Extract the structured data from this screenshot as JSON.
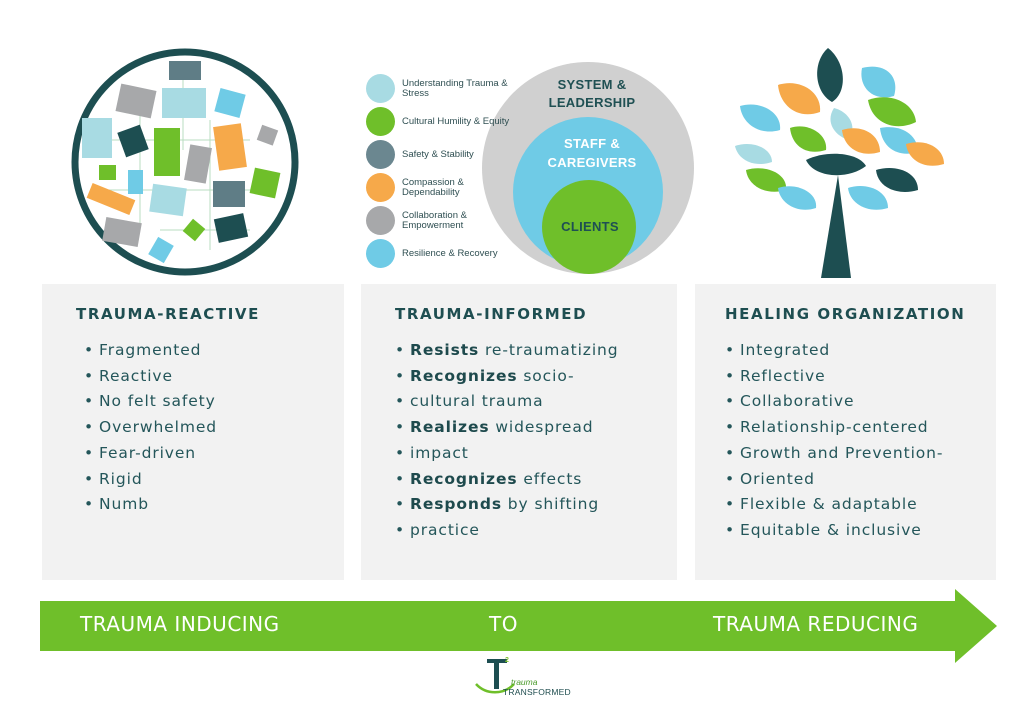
{
  "colors": {
    "dark_teal": "#1d4e51",
    "light_blue": "#a8dbe3",
    "green": "#6fbf2a",
    "slate": "#5f7d86",
    "orange": "#f6a94a",
    "gray": "#a7a8aa",
    "sky_blue": "#6fcbe6",
    "panel_bg": "#f2f2f2"
  },
  "legend": {
    "items": [
      {
        "label": "Understanding Trauma & Stress",
        "color": "#a8dbe3"
      },
      {
        "label": "Cultural Humility & Equity",
        "color": "#6fbf2a"
      },
      {
        "label": "Safety & Stability",
        "color": "#6b8790"
      },
      {
        "label": "Compassion & Dependability",
        "color": "#f6a94a"
      },
      {
        "label": "Collaboration & Empowerment",
        "color": "#a7a8aa"
      },
      {
        "label": "Resilience & Recovery",
        "color": "#6fcbe6"
      }
    ]
  },
  "circles": {
    "system": "SYSTEM & LEADERSHIP",
    "staff": "STAFF & CAREGIVERS",
    "clients": "CLIENTS"
  },
  "panels": {
    "reactive": {
      "title": "TRAUMA-REACTIVE",
      "items": [
        "Fragmented",
        "Reactive",
        "No felt safety",
        "Overwhelmed",
        "Fear-driven",
        "Rigid",
        "Numb"
      ]
    },
    "informed": {
      "title": "TRAUMA-INFORMED",
      "items": [
        {
          "bold": "Resists",
          "rest": " re-traumatizing"
        },
        {
          "bold": "Recognizes",
          "rest": " socio-"
        },
        {
          "bold": "",
          "rest": "cultural trauma"
        },
        {
          "bold": "Realizes",
          "rest": " widespread"
        },
        {
          "bold": "",
          "rest": "impact"
        },
        {
          "bold": "Recognizes",
          "rest": " effects"
        },
        {
          "bold": "Responds",
          "rest": " by shifting"
        },
        {
          "bold": "",
          "rest": "practice"
        }
      ]
    },
    "healing": {
      "title": "HEALING ORGANIZATION",
      "items": [
        "Integrated",
        "Reflective",
        "Collaborative",
        "Relationship-centered",
        "Growth and Prevention-",
        "Oriented",
        "Flexible & adaptable",
        "Equitable & inclusive"
      ]
    }
  },
  "arrow": {
    "left": "TRAUMA INDUCING",
    "middle": "TO",
    "right": "TRAUMA REDUCING",
    "color": "#6fbf2a"
  },
  "logo": {
    "superscript": "2",
    "line1": "trauma",
    "line2": "TRANSFORMED"
  }
}
